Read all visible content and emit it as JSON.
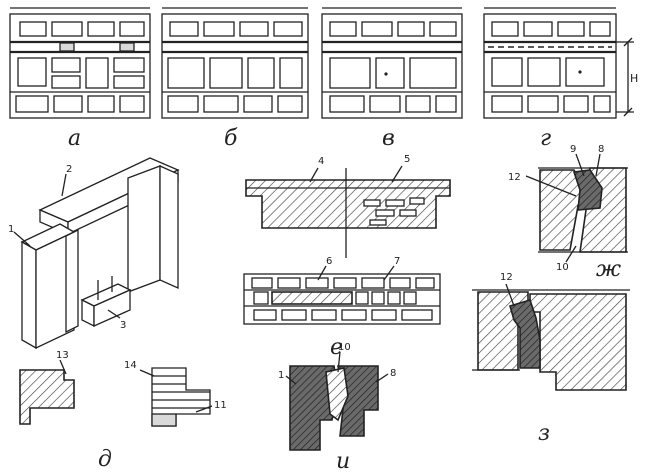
{
  "panels": {
    "a": {
      "caption": "а"
    },
    "b": {
      "caption": "б"
    },
    "v": {
      "caption": "в"
    },
    "g": {
      "caption": "г",
      "dim_label": "Н"
    },
    "d": {
      "caption": "д",
      "labels": {
        "n1": "1",
        "n2": "2",
        "n3": "3",
        "n13": "13",
        "n14": "14",
        "n11": "11"
      }
    },
    "e": {
      "caption": "е",
      "labels": {
        "n4": "4",
        "n5": "5",
        "n6": "6",
        "n7": "7"
      }
    },
    "zh": {
      "caption": "ж",
      "labels": {
        "n9": "9",
        "n8": "8",
        "n12": "12",
        "n10": "10"
      }
    },
    "z": {
      "caption": "з",
      "labels": {
        "n12": "12"
      }
    },
    "i": {
      "caption": "и",
      "labels": {
        "n1": "1",
        "n10": "10",
        "n8": "8"
      }
    }
  }
}
